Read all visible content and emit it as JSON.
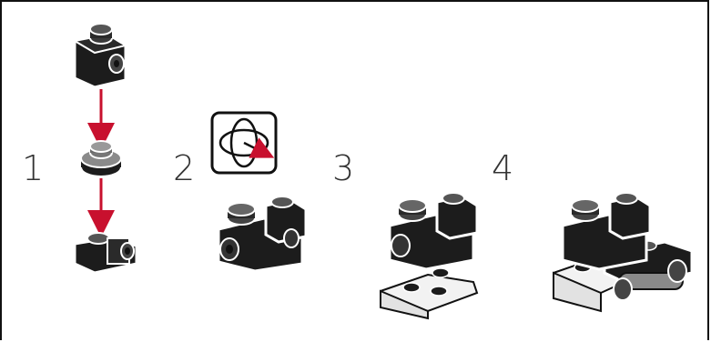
{
  "steps": [
    {
      "number": "1",
      "parts": [
        "black-bracket-brick",
        "gray-round-plate",
        "black-bracket-brick"
      ],
      "arrows": 2
    },
    {
      "number": "2",
      "callout": "rotate-model-icon"
    },
    {
      "number": "3"
    },
    {
      "number": "4"
    }
  ],
  "colors": {
    "brick_black": "#1c1c1c",
    "brick_gray": "#8a8a8a",
    "plate_white": "#f2f2f2",
    "arrow_red": "#c8102e",
    "outline": "#000000"
  }
}
